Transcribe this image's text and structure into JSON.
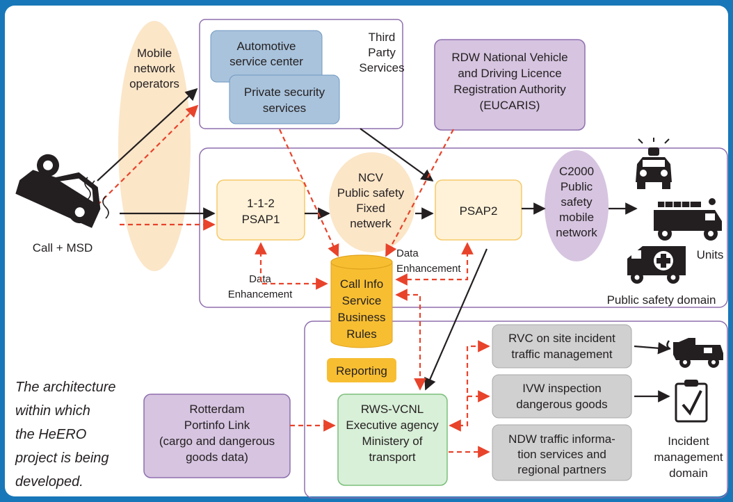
{
  "caption": [
    "The architecture",
    "within which",
    "the HeERO",
    "project is being",
    "developed."
  ],
  "mobile_operators": [
    "Mobile",
    "network",
    "operators"
  ],
  "call_label": "Call + MSD",
  "third_party": {
    "title": [
      "Third",
      "Party",
      "Services"
    ],
    "automotive": [
      "Automotive",
      "service center"
    ],
    "security": [
      "Private security",
      "services"
    ]
  },
  "rdw": [
    "RDW National Vehicle",
    "and Driving Licence",
    "Registration Authority",
    "(EUCARIS)"
  ],
  "psap1": [
    "1-1-2",
    "PSAP1"
  ],
  "ncv": [
    "NCV",
    "Public safety",
    "Fixed",
    "netwerk"
  ],
  "psap2": "PSAP2",
  "c2000": [
    "C2000",
    "Public",
    "safety",
    "mobile",
    "network"
  ],
  "units_label": "Units",
  "public_safety_domain": "Public safety domain",
  "data_enhancement_left": [
    "Data",
    "Enhancement"
  ],
  "data_enhancement_right": [
    "Data",
    "Enhancement"
  ],
  "call_info": [
    "Call Info",
    "Service",
    "Business",
    "Rules"
  ],
  "reporting": "Reporting",
  "rotterdam": [
    "Rotterdam",
    "Portinfo Link",
    "(cargo and dangerous",
    "goods data)"
  ],
  "rws": [
    "RWS-VCNL",
    "Executive agency",
    "Ministery of",
    "transport"
  ],
  "rvc": [
    "RVC on site incident",
    "traffic management"
  ],
  "ivw": [
    "IVW inspection",
    "dangerous goods"
  ],
  "ndw": [
    "NDW traffic informa-",
    "tion services and",
    "regional partners"
  ],
  "incident_domain": [
    "Incident",
    "management",
    "domain"
  ],
  "colors": {
    "background": "#1877b8",
    "beige": "#fbe6c8",
    "psap_fill": "#fff2d8",
    "psap_border": "#f5c96a",
    "blue_box": "#a9c3dc",
    "purple_box": "#d6c4e0",
    "purple_border": "#8e6fae",
    "green_box": "#d8efd8",
    "grey_box": "#d0d0d0",
    "yellow_db": "#f7be32",
    "red_arrow": "#e8432b",
    "black_arrow": "#231f20"
  },
  "icons": [
    "crashed-car-icon",
    "police-car-icon",
    "fire-truck-icon",
    "ambulance-icon",
    "tow-truck-icon",
    "checklist-icon"
  ]
}
